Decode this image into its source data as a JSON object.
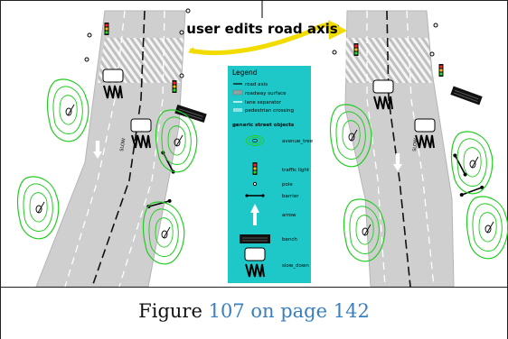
{
  "banner": {
    "text": "user edits road axis"
  },
  "legend": {
    "title": "Legend",
    "items": [
      "road axis",
      "roadway surface",
      "lane separator",
      "pedestrian crossing"
    ],
    "section_title": "generic street objects",
    "objects": [
      "avenue_tree",
      "traffic light",
      "pole",
      "barrier",
      "arrow",
      "bench",
      "slow_down"
    ]
  },
  "road_marking": {
    "text": "SLOW"
  },
  "caption": {
    "prefix": "Figure",
    "figure_number": "107",
    "middle": "on page",
    "page_number": "142"
  },
  "colors": {
    "legend_bg": "#1ec8c8",
    "banner": "#f2dc00",
    "tree": "#22cc22",
    "road": "#cfcfcf",
    "link": "#3a7fc0"
  }
}
